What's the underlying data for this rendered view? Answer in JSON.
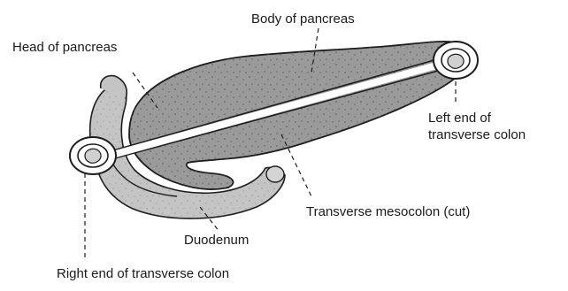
{
  "labels": {
    "body_of_pancreas": "Body of pancreas",
    "head_of_pancreas": "Head of pancreas",
    "left_end": "Left end of\ntransverse colon",
    "transverse_mesocolon": "Transverse mesocolon (cut)",
    "duodenum": "Duodenum",
    "right_end": "Right end of transverse colon"
  },
  "colors": {
    "pancreas_fill": "#9a9a9a",
    "duodenum_fill": "#c4c4c4",
    "outline": "#1e1e1e",
    "mesocolon_band": "#ffffff"
  }
}
